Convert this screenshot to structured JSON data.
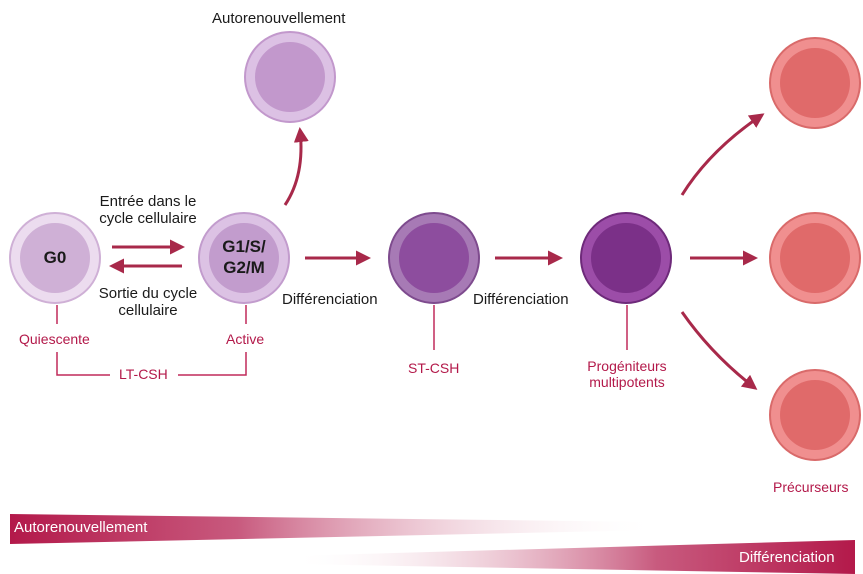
{
  "colors": {
    "arrow": "#a8294a",
    "label_red": "#b3194a",
    "bracket": "#c02a5a",
    "hsc_light_outer": "#ecdcef",
    "hsc_light_inner": "#cfb0d6",
    "hsc_active_outer": "#dcc2e4",
    "hsc_active_inner": "#c29ccd",
    "selfrenew_outer": "#dcc1e4",
    "selfrenew_inner": "#c298cc",
    "st_outer": "#a77ab5",
    "st_inner": "#8d4d9e",
    "mpp_outer": "#9c4da8",
    "mpp_inner": "#7b3088",
    "precursor_outer": "#f08f8f",
    "precursor_inner": "#e06a6a",
    "gradient_dark": "#b3194a"
  },
  "cells": {
    "g0": {
      "label": "G0"
    },
    "active": {
      "label_line1": "G1/S/",
      "label_line2": "G2/M"
    }
  },
  "labels": {
    "self_renewal_top": "Autorenouvellement",
    "entry_line1": "Entrée dans le",
    "entry_line2": "cycle cellulaire",
    "exit_line1": "Sortie du cycle",
    "exit_line2": "cellulaire",
    "differentiation_1": "Différenciation",
    "differentiation_2": "Différenciation",
    "quiescent": "Quiescente",
    "active": "Active",
    "lt_hsc": "LT-CSH",
    "st_hsc": "ST-CSH",
    "mpp_line1": "Progéniteurs",
    "mpp_line2": "multipotents",
    "precursors": "Précurseurs"
  },
  "gradients": {
    "self_renewal": "Autorenouvellement",
    "differentiation": "Différenciation"
  }
}
